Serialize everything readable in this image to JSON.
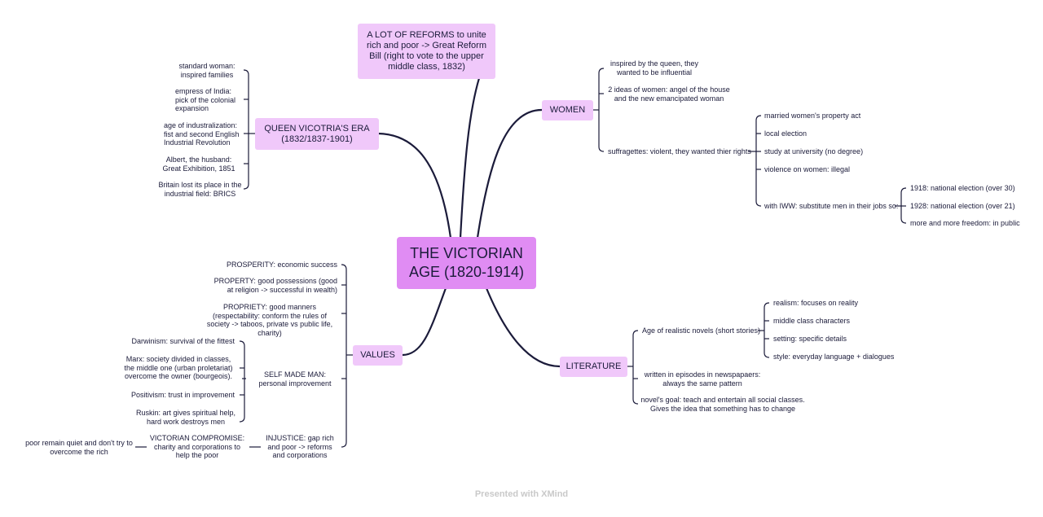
{
  "central": {
    "title": "THE VICTORIAN AGE (1820-1914)"
  },
  "reforms": {
    "title": "A LOT OF REFORMS to unite rich and poor -> Great Reform Bill (right to vote to the upper middle class, 1832)"
  },
  "queen": {
    "title": "QUEEN VICOTRIA'S ERA (1832/1837-1901)",
    "items": [
      "standard woman: inspired families",
      "empress of India: pick of the colonial expansion",
      "age of industralization: fist and second English Industrial Revolution",
      "Albert, the husband: Great Exhibition, 1851",
      "Britain lost its place in the industrial field: BRICS"
    ]
  },
  "women": {
    "title": "WOMEN",
    "items": [
      "inspired by the queen, they wanted to be influential",
      "2 ideas of women: angel of the house and the new emancipated woman",
      "suffragettes: violent, they wanted thier rights"
    ],
    "suffragettes": [
      "married women's property act",
      "local election",
      "study at university (no degree)",
      "violence on women: illegal",
      "with IWW: substitute men in their jobs so:"
    ],
    "iww": [
      "1918: national election (over 30)",
      "1928: national election (over 21)",
      "more and more freedom: in public"
    ]
  },
  "values": {
    "title": "VALUES",
    "items": [
      "PROSPERITY: economic success",
      "PROPERTY: good possessions (good at religion -> successful in wealth)",
      "PROPRIETY: good manners (respectability: conform the rules of society -> taboos, private vs public life, charity)",
      "SELF MADE MAN: personal improvement",
      "INJUSTICE: gap rich and poor -> reforms and corporations"
    ],
    "self_made": [
      "Darwinism: survival of the fittest",
      "Marx: society divided in classes, the middle one (urban proletariat) overcome the owner (bourgeois).",
      "Positivism: trust in improvement",
      "Ruskin: art gives spiritual help, hard work destroys men"
    ],
    "compromise": "VICTORIAN COMPROMISE: charity and corporations to help the poor",
    "poor": "poor remain quiet and don't try to overcome the rich"
  },
  "literature": {
    "title": "LITERATURE",
    "items": [
      "Age of realistic novels (short stories)",
      "written in episodes in newspapaers: always the same pattern",
      "novel's goal: teach and entertain all social classes. Gives the idea that something has to change"
    ],
    "realistic": [
      "realism: focuses on reality",
      "middle class characters",
      "setting: specific details",
      "style: everyday language + dialogues"
    ]
  },
  "footer": {
    "watermark": "Presented with XMind"
  },
  "colors": {
    "main_topic": "#e08cf3",
    "topic": "#f0c8fa",
    "line": "#1b1b3a",
    "text": "#1b1b3a",
    "watermark": "#c9c9c9"
  }
}
